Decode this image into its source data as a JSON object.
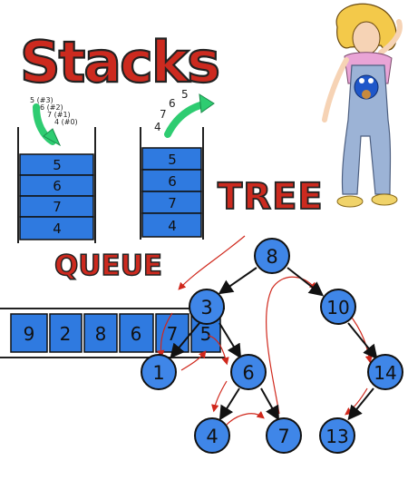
{
  "titles": {
    "stacks": "Stacks",
    "tree": "TREE",
    "queue": "QUEUE"
  },
  "stack_left": {
    "cells": [
      "5",
      "6",
      "7",
      "4"
    ],
    "annotations": [
      "5 (#3)",
      "6 (#2)",
      "7 (#1)",
      "4 (#0)"
    ]
  },
  "stack_right": {
    "cells": [
      "5",
      "6",
      "7",
      "4"
    ],
    "incoming": [
      "4",
      "7",
      "6",
      "5"
    ]
  },
  "queue": {
    "cells": [
      "9",
      "2",
      "8",
      "6",
      "7",
      "5"
    ]
  },
  "tree": {
    "nodes": [
      "8",
      "3",
      "10",
      "1",
      "6",
      "14",
      "4",
      "7",
      "13"
    ]
  },
  "colors": {
    "title_red": "#cc2a1f",
    "cell_blue": "#2f7ae0",
    "node_blue": "#3f86e8",
    "arrow_green": "#2ecc71",
    "traversal_red": "#d0281c",
    "outline": "#111111"
  },
  "icons": {
    "character": "cartoon-girl-in-overalls-icon",
    "push_arrow": "curved-arrow-icon"
  }
}
